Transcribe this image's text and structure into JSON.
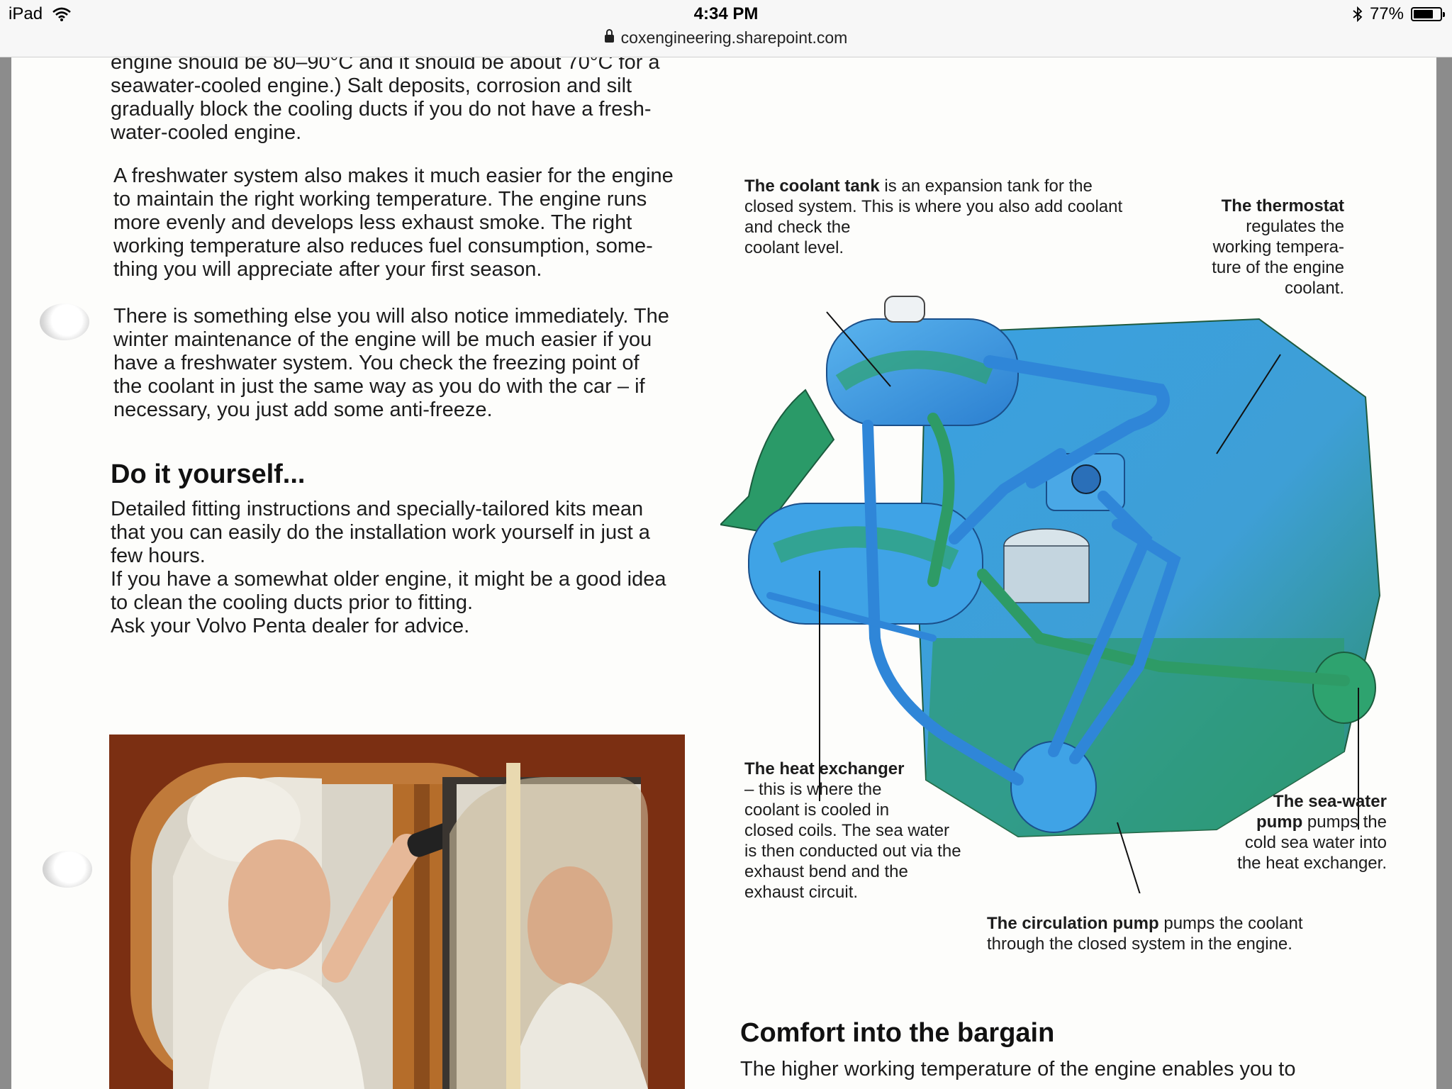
{
  "status_bar": {
    "device": "iPad",
    "time": "4:34 PM",
    "url": "coxengineering.sharepoint.com",
    "battery": "77%",
    "battery_level": 0.77
  },
  "article": {
    "p1": [
      "engine should be 80–90°C and it should be about 70°C for a",
      "seawater-cooled engine.) Salt deposits, corrosion and silt",
      "gradually block the cooling ducts if you do not have a fresh-",
      "water-cooled engine."
    ],
    "p2": [
      "A freshwater system also makes it much easier for the engine",
      "to maintain the right working temperature. The engine runs",
      "more evenly and develops less exhaust smoke. The right",
      "working temperature also reduces fuel consumption, some-",
      "thing you will appreciate after your first season."
    ],
    "p3": [
      "There is something else you will also notice immediately. The",
      "winter maintenance of the engine will be much easier if you",
      "have a freshwater system. You check the freezing point of",
      "the coolant in just the same way as you do with the car – if",
      "necessary, you just add some anti-freeze."
    ],
    "heading1": "Do it yourself...",
    "p4": [
      "Detailed fitting instructions and specially-tailored kits mean",
      "that you can easily do the installation work yourself in just a",
      "few hours.",
      "If you have a somewhat older engine, it might be a good idea",
      "to clean the cooling ducts prior to fitting.",
      "Ask your Volvo Penta dealer for advice."
    ],
    "heading2": "Comfort into the bargain",
    "p5": "The higher working temperature of the engine enables you to"
  },
  "diagram": {
    "coolant_tank": {
      "bold": "The coolant tank",
      "rest": [
        " is an expansion tank for the",
        "closed system. This is where you also add coolant",
        "and check the",
        "coolant level."
      ]
    },
    "thermostat": {
      "bold": "The thermostat",
      "rest": [
        "regulates the",
        "working tempera-",
        "ture of the engine",
        "coolant."
      ]
    },
    "heat_exchanger": {
      "bold": "The heat exchanger",
      "rest": [
        "– this is where the",
        "coolant is cooled in",
        "closed coils. The sea water",
        "is then conducted out via the",
        "exhaust bend and the",
        "exhaust circuit."
      ]
    },
    "sea_water_pump": {
      "bold1": "The sea-water",
      "bold2": "pump",
      "rest": [
        " pumps the",
        "cold sea water into",
        "the heat exchanger."
      ]
    },
    "circulation_pump": {
      "bold": "The circulation pump",
      "rest": [
        " pumps the coolant",
        "through the closed system in the engine."
      ]
    }
  }
}
